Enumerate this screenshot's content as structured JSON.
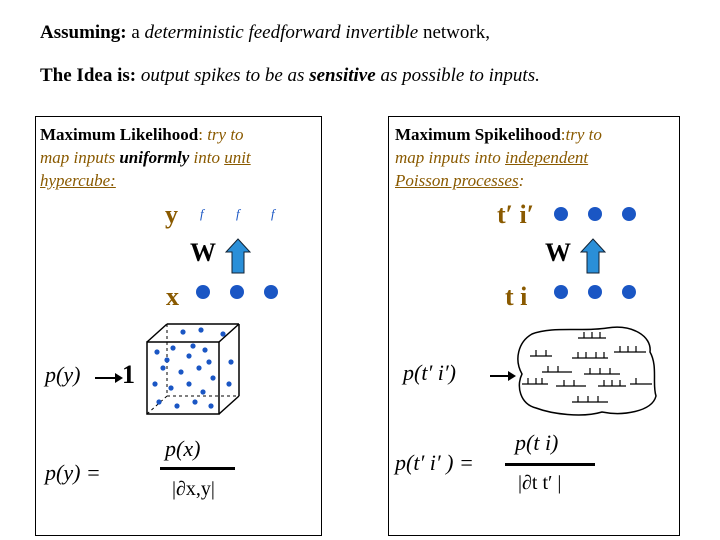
{
  "header": {
    "line1_bold": "Assuming:",
    "line1_rest_a": " a ",
    "line1_italic": "deterministic feedforward invertible",
    "line1_rest_b": " network,",
    "line2_bold": "The Idea is:",
    "line2_italic_a": " output spikes to be as ",
    "line2_bold_italic": "sensitive",
    "line2_italic_b": " as possible to inputs."
  },
  "left_panel": {
    "title_bold": "Maximum  Likelihood",
    "title_colon": ":",
    "title_tail": " try to",
    "line2_a": "map inputs ",
    "line2_bold": "uniformly",
    "line2_b": " into ",
    "line2_u": "unit",
    "line3_u": "hypercube:",
    "y_label": "y",
    "f_label": "f",
    "w_label": "W",
    "x_label": "x",
    "py_label": "p(y)",
    "one_label": "1",
    "eq_lhs": "p(y)  =",
    "eq_num": "p(x)",
    "eq_den": "|∂x,y|"
  },
  "right_panel": {
    "title_bold": "Maximum Spikelihood",
    "title_colon": ":",
    "title_tail": "try to",
    "line2_a": "map inputs into ",
    "line2_u": "independent",
    "line3_u": "Poisson processes",
    "line3_colon": ":",
    "top_label": "t′ i′",
    "w_label": "W",
    "bottom_label": "t i",
    "pti_label": "p(t′ i′)",
    "eq_lhs": "p(t′ i′ ) =",
    "eq_num": "p(t i)",
    "eq_den": "|∂t t′ |"
  },
  "colors": {
    "accent_dot": "#1a56c4",
    "arrow": "#2a8fd8",
    "highlight": "#8a5a00"
  }
}
